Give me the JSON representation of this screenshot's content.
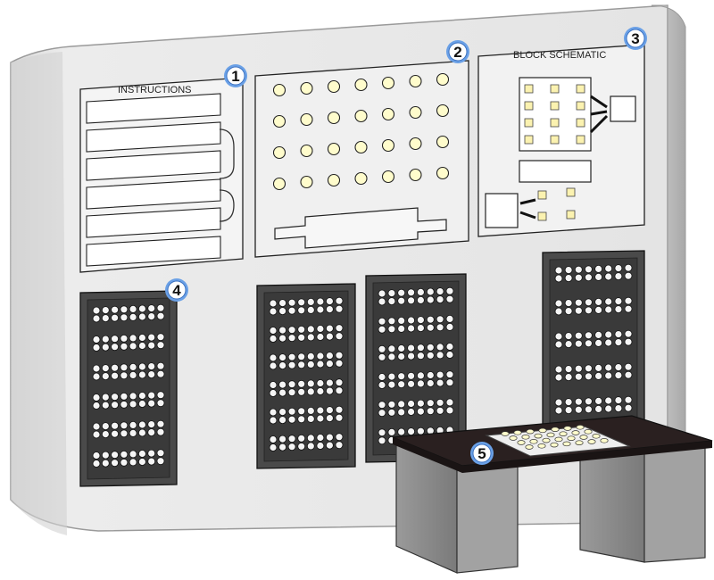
{
  "labels": {
    "instructions": "INSTRUCTIONS",
    "block_schematic": "BLOCK SCHEMATIC"
  },
  "callouts": [
    "1",
    "2",
    "3",
    "4",
    "5"
  ],
  "colors": {
    "panel": "#e6e6e6",
    "panel_edge": "#cfcfcf",
    "card": "#f3f3f3",
    "lamp": "#fffccc",
    "socket_field": "#3a3a3a",
    "desk_top": "#2a2020",
    "desk_leg": "#8c8c8c",
    "badge_ring": "#6aa0e6"
  }
}
